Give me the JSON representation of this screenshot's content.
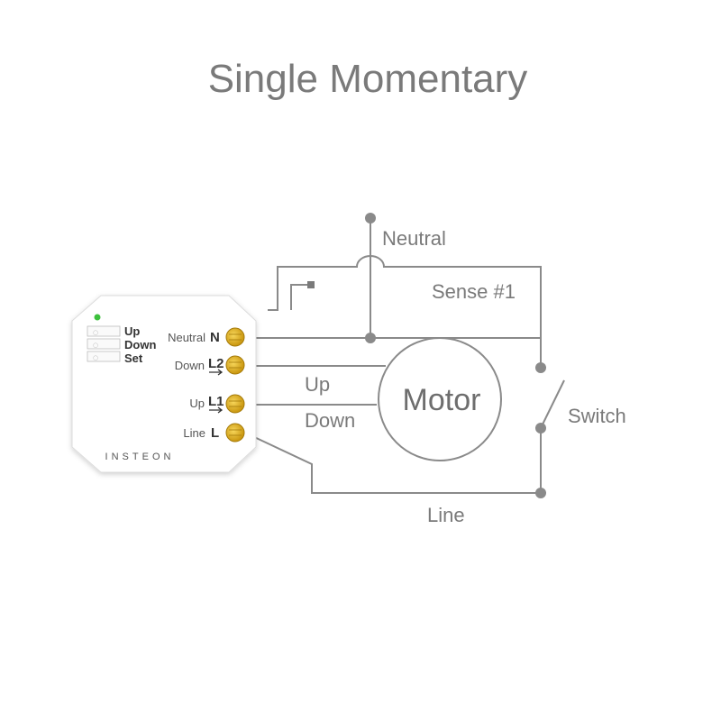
{
  "title": "Single Momentary",
  "labels": {
    "neutral": "Neutral",
    "sense": "Sense #1",
    "up": "Up",
    "down": "Down",
    "motor": "Motor",
    "switch": "Switch",
    "line": "Line"
  },
  "module": {
    "brand": "INSTEON",
    "buttons": [
      "Up",
      "Down",
      "Set"
    ],
    "terminals": [
      {
        "name": "Neutral",
        "symbol": "N"
      },
      {
        "name": "Down",
        "symbol": "L2"
      },
      {
        "name": "Up",
        "symbol": "L1"
      },
      {
        "name": "Line",
        "symbol": "L"
      }
    ]
  },
  "colors": {
    "wire": "#8a8a8a",
    "terminal": "#e8b91c",
    "led": "#3cc13c",
    "text": "#7a7a7a"
  }
}
